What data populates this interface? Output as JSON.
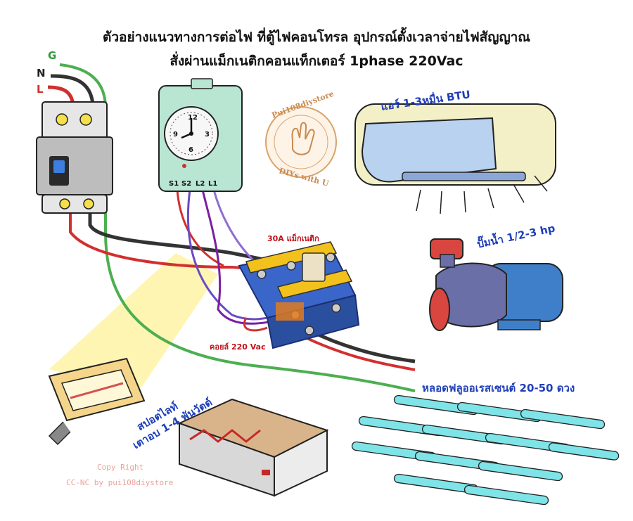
{
  "title_line_1": "ตัวอย่างแนวทางการต่อไฟ ที่ตู้ไฟคอนโทรล อุปกรณ์ตั้งเวลาจ่ายไฟสัญญาณ",
  "title_line_2": "สั่งผ่านแม็กเนติกคอนแท็กเตอร์ 1phase 220Vac",
  "wire_labels": {
    "ground": "G",
    "neutral": "N",
    "line": "L"
  },
  "timer": {
    "clock_numbers": [
      "12",
      "3",
      "6",
      "9"
    ],
    "terminals": [
      "S1",
      "S2",
      "L2",
      "L1"
    ]
  },
  "labels": {
    "magnetic": "30A แม็กเนติก",
    "coil": "คอยล์ 220 Vac",
    "aircon": "แอร์  1-3หมื่น BTU",
    "pump": "ปั๊มน้ำ  1/2-3 hp",
    "fluorescent": "หลอดฟลูออเรสเซนต์  20-50 ดวง",
    "spotlight_line1": "สปอตไลท์",
    "spotlight_line2": "เตาอบ 1-4 พันวัตต์"
  },
  "watermark": {
    "top": "Pui108diystore",
    "bottom": "DIYs with U"
  },
  "copyright": {
    "line1": "Copy Right",
    "line2": "CC-NC by pui108diystore"
  },
  "colors": {
    "ground_wire": "#4caf50",
    "neutral_wire": "#333333",
    "line_wire": "#d32f2f",
    "timer_wire": "#6a4bc4",
    "label_blue": "#1f3fb8",
    "label_red": "#c0121b"
  }
}
